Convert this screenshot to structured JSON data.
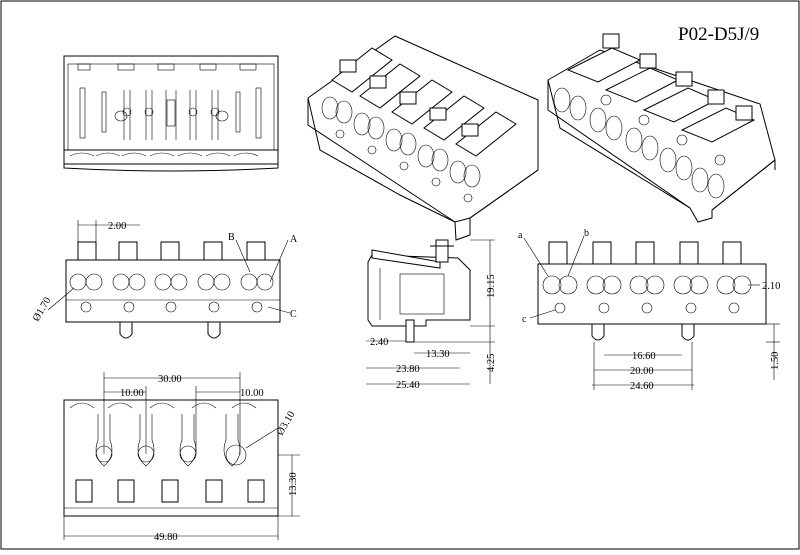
{
  "drawing": {
    "part_number": "P02-D5J/9"
  },
  "front_view": {
    "width_pitch": "2.00",
    "hole_dia": "Ø1.70",
    "label_A": "A",
    "label_B": "B",
    "label_C": "C"
  },
  "side_view": {
    "height": "19.15",
    "bottom_offset": "2.40",
    "depth_13_30": "13.30",
    "depth_23_80": "23.80",
    "depth_25_40": "25.40",
    "pin_length": "4.25"
  },
  "rear_view": {
    "label_a": "a",
    "label_b": "b",
    "label_c": "c",
    "hole_dia": "2.10",
    "pitch_16_60": "16.60",
    "pitch_20_00": "20.00",
    "pitch_24_60": "24.60",
    "pin_height": "1.50"
  },
  "bottom_view": {
    "span_30_00": "30.00",
    "gap_left": "10.00",
    "gap_right": "10.00",
    "hole_dia": "Ø3.10",
    "height_13_30": "13.30",
    "total_width": "49.80"
  }
}
